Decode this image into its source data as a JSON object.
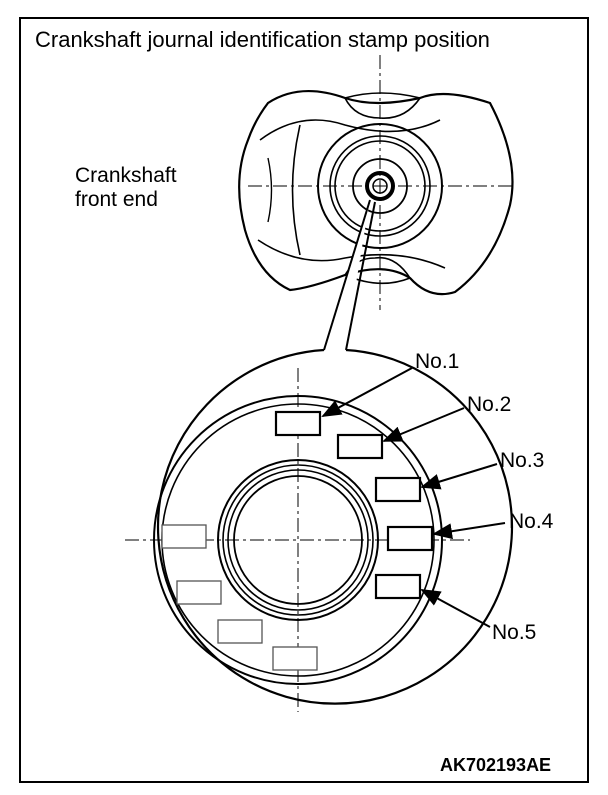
{
  "title": "Crankshaft journal identification stamp position",
  "front_label_line1": "Crankshaft",
  "front_label_line2": "front end",
  "journals": [
    "No.1",
    "No.2",
    "No.3",
    "No.4",
    "No.5"
  ],
  "figure_code": "AK702193AE",
  "colors": {
    "ink": "#000000",
    "background": "#ffffff",
    "faded": "#555555"
  }
}
